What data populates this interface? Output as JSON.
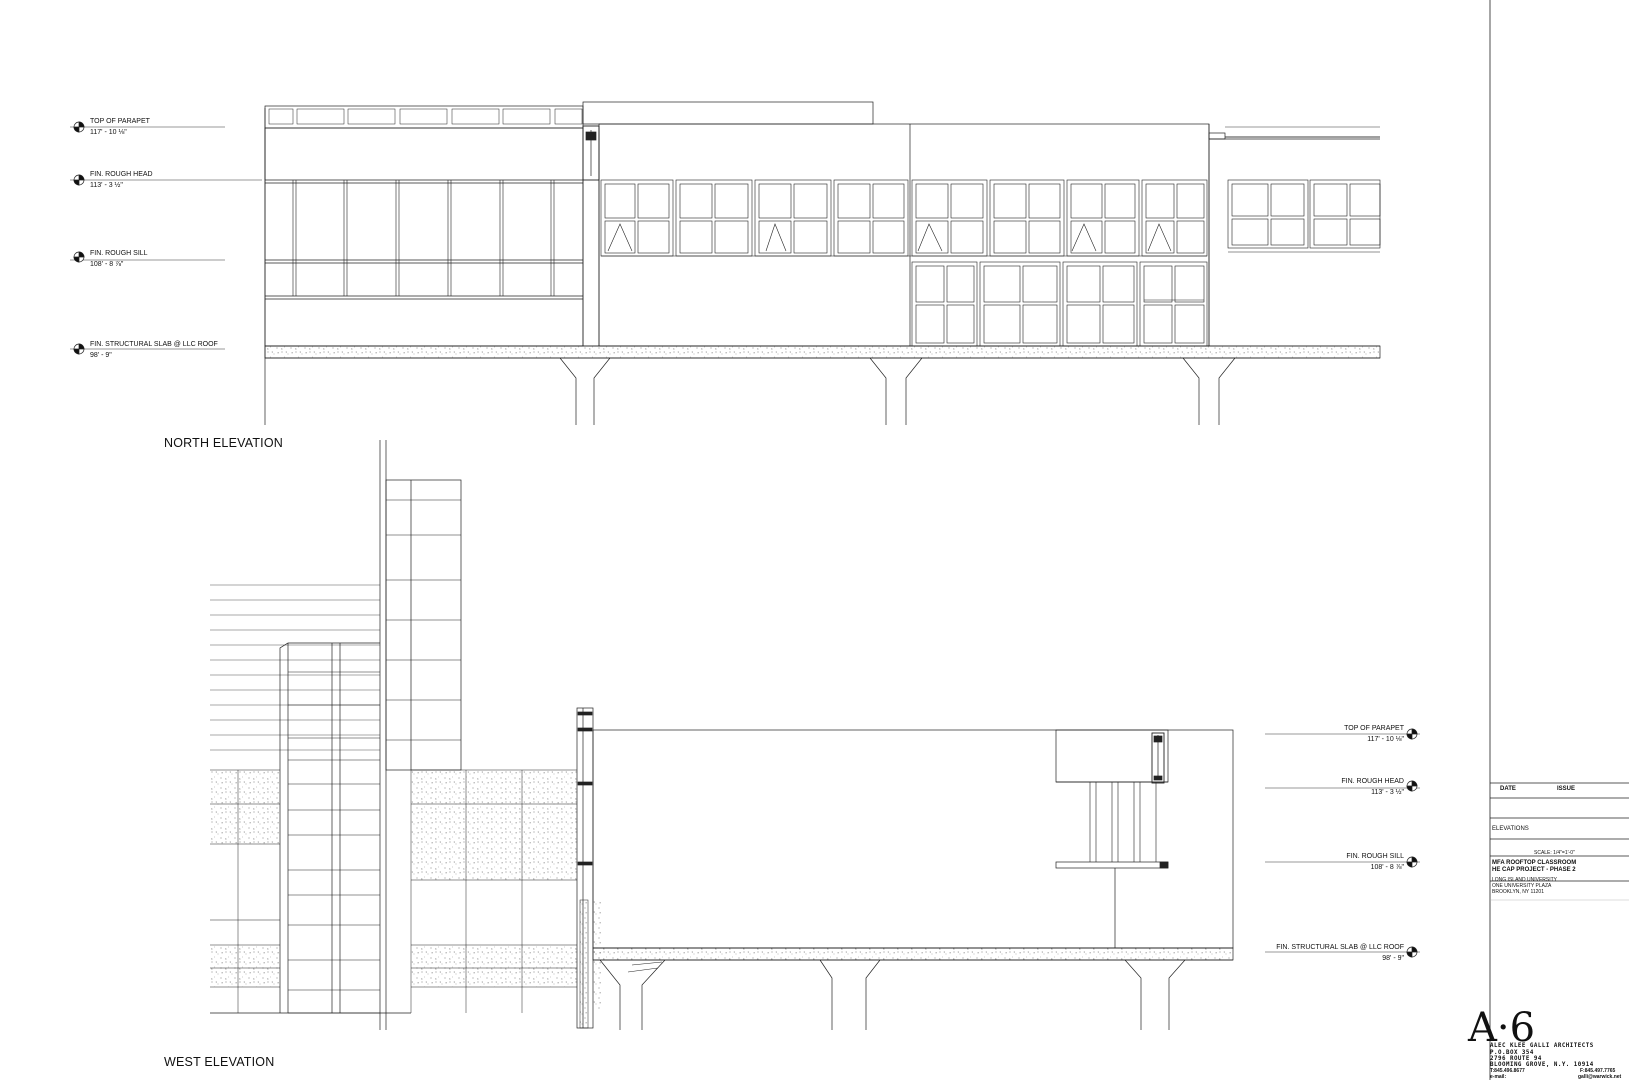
{
  "views": {
    "north": {
      "title": "NORTH ELEVATION",
      "levels": [
        {
          "name": "TOP OF PARAPET",
          "elev": "117' - 10 ⅛\""
        },
        {
          "name": "FIN. ROUGH HEAD",
          "elev": "113' - 3 ½\""
        },
        {
          "name": "FIN. ROUGH SILL",
          "elev": "108' - 8 ⅞\""
        },
        {
          "name": "FIN. STRUCTURAL SLAB @ LLC ROOF",
          "elev": "98' - 9\""
        }
      ]
    },
    "west": {
      "title": "WEST ELEVATION",
      "levels": [
        {
          "name": "TOP OF PARAPET",
          "elev": "117' - 10 ⅛\""
        },
        {
          "name": "FIN. ROUGH HEAD",
          "elev": "113' - 3 ½\""
        },
        {
          "name": "FIN. ROUGH SILL",
          "elev": "108' - 8 ⅞\""
        },
        {
          "name": "FIN. STRUCTURAL SLAB @ LLC ROOF",
          "elev": "98' - 9\""
        }
      ]
    }
  },
  "title_block": {
    "date_header": "DATE",
    "issue_header": "ISSUE",
    "sheet_title": "ELEVATIONS",
    "scale": "SCALE: 1/4\"=1'-0\"",
    "project_line1": "MFA ROOFTOP CLASSROOM",
    "project_line2": "HE CAP PROJECT - PHASE 2",
    "client_line1": "LONG ISLAND UNIVERSITY",
    "client_line2": "ONE UNIVERSITY PLAZA",
    "client_line3": "BROOKLYN, NY 11201",
    "sheet_number": "A·6",
    "firm_name": "ALEC KLEE GALLI ARCHITECTS",
    "firm_po": "P.O.BOX 354",
    "firm_street": "2796 ROUTE 94",
    "firm_city": "BLOOMING GROVE, N.Y. 10914",
    "firm_tel": "T:845.496.8677",
    "firm_fax": "F:845.497.7765",
    "firm_email_label": "e-mail:",
    "firm_email": "galli@warwick.net"
  }
}
